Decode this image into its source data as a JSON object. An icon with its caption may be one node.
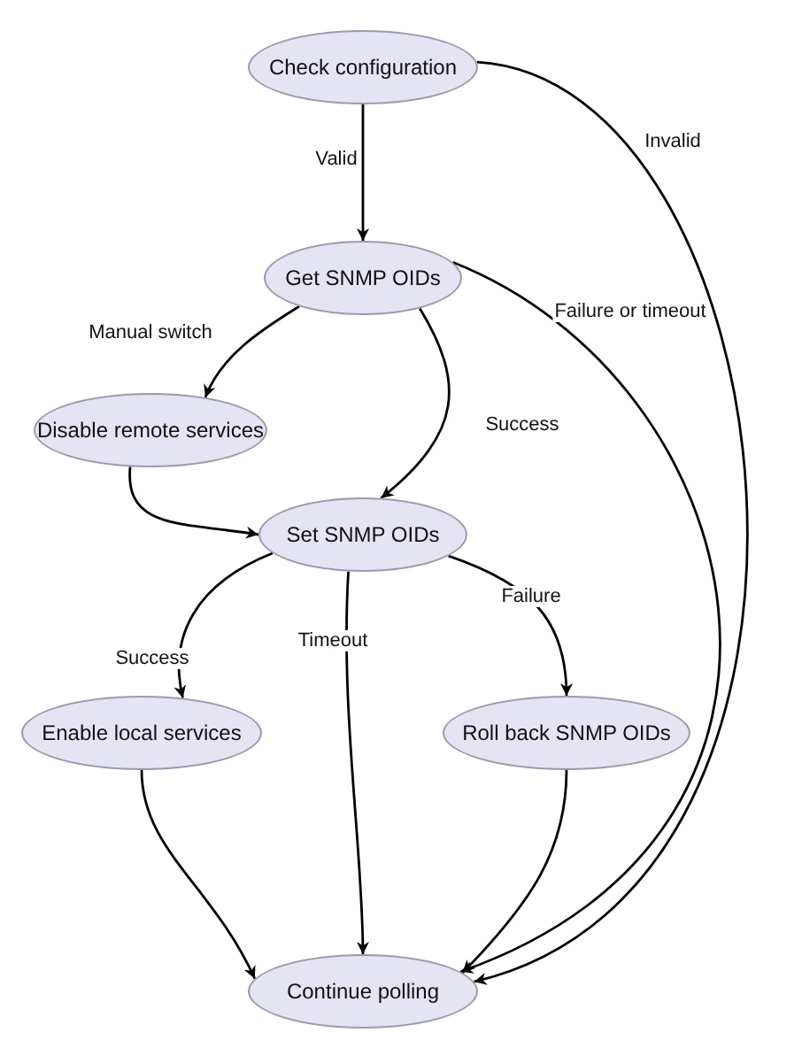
{
  "diagram": {
    "nodes": [
      {
        "text": [
          "Check configuration"
        ]
      },
      {
        "text": [
          "Get SNMP OIDs"
        ]
      },
      {
        "text": [
          "Disable remote services"
        ]
      },
      {
        "text": [
          "Set SNMP OIDs"
        ]
      },
      {
        "text": [
          "Enable local services"
        ]
      },
      {
        "text": [
          "Roll back SNMP OIDs"
        ]
      },
      {
        "text": [
          "Continue polling"
        ]
      }
    ],
    "edges": [
      {
        "from": 0,
        "to": 1,
        "arrow": "to",
        "label": "Valid"
      },
      {
        "from": 0,
        "to": 6,
        "arrow": "to",
        "label": "Invalid"
      },
      {
        "from": 1,
        "to": 2,
        "arrow": "to",
        "label": "Manual switch"
      },
      {
        "from": 1,
        "to": 3,
        "arrow": "to",
        "label": "Success"
      },
      {
        "from": 1,
        "to": 6,
        "arrow": "to",
        "label": "Failure or timeout"
      },
      {
        "from": 2,
        "to": 3,
        "arrow": "to"
      },
      {
        "from": 3,
        "to": 4,
        "arrow": "to",
        "label": "Success"
      },
      {
        "from": 3,
        "to": 6,
        "arrow": "to",
        "label": "Timeout"
      },
      {
        "from": 3,
        "to": 5,
        "arrow": "to",
        "label": "Failure"
      },
      {
        "from": 4,
        "to": 6,
        "arrow": "to"
      },
      {
        "from": 5,
        "to": 6,
        "arrow": "to"
      }
    ]
  }
}
